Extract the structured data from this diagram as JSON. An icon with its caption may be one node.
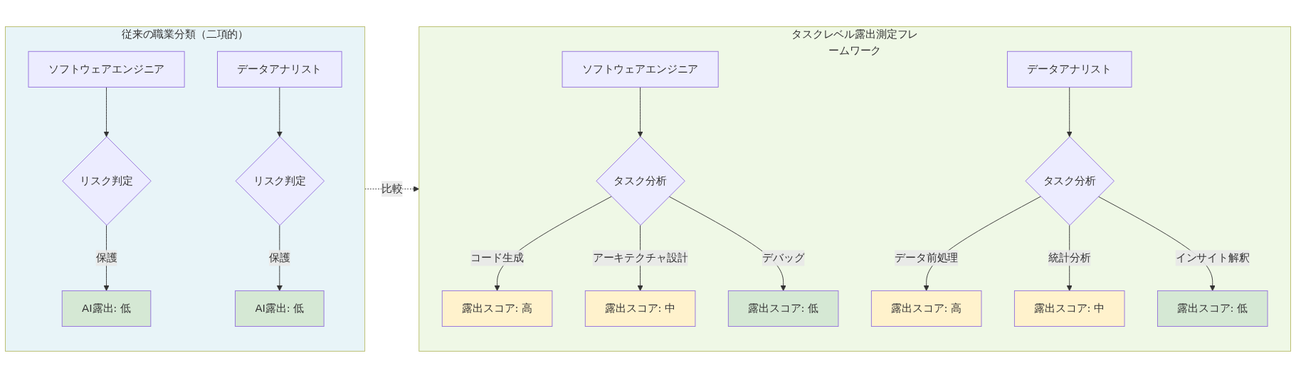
{
  "diagram": {
    "nodes": [
      {
        "text": [
          "従来の職業分類（二項的）"
        ]
      },
      {
        "text": [
          "ソフトウェアエンジニア"
        ],
        "in": 0
      },
      {
        "text": [
          "データアナリスト"
        ],
        "in": 0
      },
      {
        "text": [
          "リスク判定"
        ],
        "in": 0
      },
      {
        "text": [
          "リスク判定"
        ],
        "in": 0
      },
      {
        "text": [
          "AI露出: 低"
        ],
        "in": 0
      },
      {
        "text": [
          "AI露出: 低"
        ],
        "in": 0
      },
      {
        "text": [
          "タスクレベル露出測定フレームワーク"
        ]
      },
      {
        "text": [
          "ソフトウェアエンジニア"
        ],
        "in": 7
      },
      {
        "text": [
          "データアナリスト"
        ],
        "in": 7
      },
      {
        "text": [
          "タスク分析"
        ],
        "in": 7
      },
      {
        "text": [
          "タスク分析"
        ],
        "in": 7
      },
      {
        "text": [
          "露出スコア: 高"
        ],
        "in": 7
      },
      {
        "text": [
          "露出スコア: 中"
        ],
        "in": 7
      },
      {
        "text": [
          "露出スコア: 低"
        ],
        "in": 7
      },
      {
        "text": [
          "露出スコア: 高"
        ],
        "in": 7
      },
      {
        "text": [
          "露出スコア: 中"
        ],
        "in": 7
      },
      {
        "text": [
          "露出スコア: 低"
        ],
        "in": 7
      }
    ],
    "edges": [
      {
        "from": 1,
        "to": 3,
        "arrow": "to"
      },
      {
        "from": 2,
        "to": 4,
        "arrow": "to"
      },
      {
        "from": 3,
        "to": 5,
        "arrow": "to",
        "label": "保護"
      },
      {
        "from": 4,
        "to": 6,
        "arrow": "to",
        "label": "保護"
      },
      {
        "from": 0,
        "to": 7,
        "arrow": "to",
        "label": "比較",
        "style": "dashed"
      },
      {
        "from": 8,
        "to": 10,
        "arrow": "to"
      },
      {
        "from": 9,
        "to": 11,
        "arrow": "to"
      },
      {
        "from": 10,
        "to": 12,
        "arrow": "to",
        "label": "コード生成"
      },
      {
        "from": 10,
        "to": 13,
        "arrow": "to",
        "label": "アーキテクチャ設計"
      },
      {
        "from": 10,
        "to": 14,
        "arrow": "to",
        "label": "デバッグ"
      },
      {
        "from": 11,
        "to": 15,
        "arrow": "to",
        "label": "データ前処理"
      },
      {
        "from": 11,
        "to": 16,
        "arrow": "to",
        "label": "統計分析"
      },
      {
        "from": 11,
        "to": 17,
        "arrow": "to",
        "label": "インサイト解釈"
      }
    ]
  }
}
